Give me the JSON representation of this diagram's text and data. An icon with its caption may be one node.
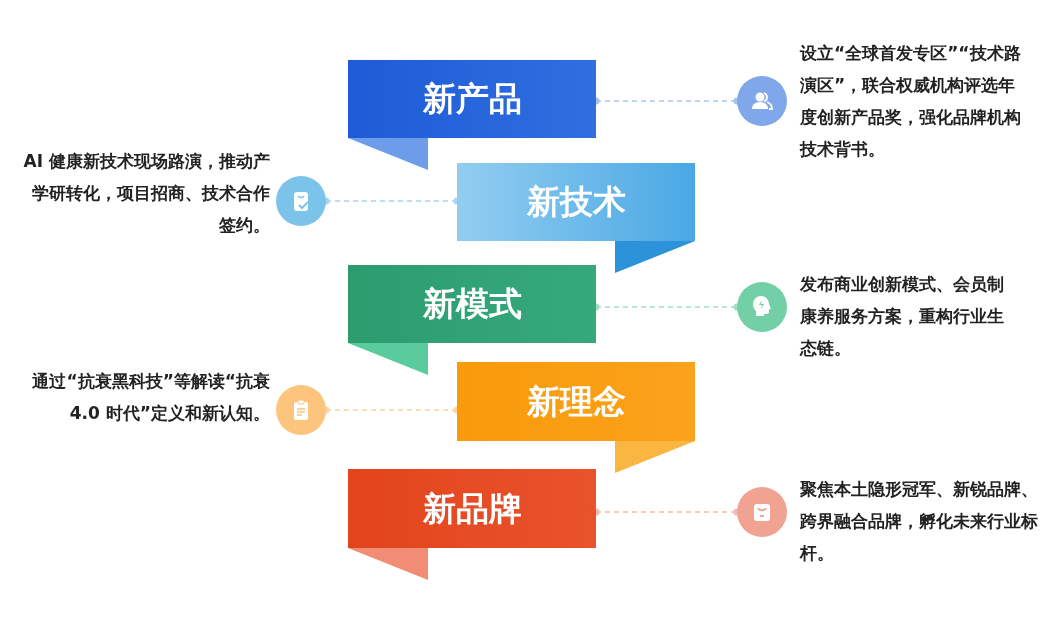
{
  "diagram": {
    "nodes": [
      {
        "text": [
          "新产品"
        ]
      },
      {
        "text": [
          "新技术"
        ]
      },
      {
        "text": [
          "新模式"
        ]
      },
      {
        "text": [
          "新理念"
        ]
      },
      {
        "text": [
          "新品牌"
        ]
      },
      {
        "text": [],
        "shape": "circle",
        "beside": [
          "设立“全球首发专区”“技术路演区”，联合权威机构评选年度创新产品奖，强化品牌机构技术背书。"
        ]
      },
      {
        "text": [],
        "shape": "circle",
        "beside": [
          "AI 健康新技术现场路演，推动产学研转化，项目招商、技术合作签约。"
        ]
      },
      {
        "text": [],
        "shape": "circle",
        "beside": [
          "发布商业创新模式、会员制康养服务方案，重构行业生态链。"
        ]
      },
      {
        "text": [],
        "shape": "circle",
        "beside": [
          "通过“抗衰黑科技”等解读“抗衰 4.0 时代”定义和新认知。"
        ]
      },
      {
        "text": [],
        "shape": "circle",
        "beside": [
          "聚焦本土隐形冠军、新锐品牌、跨界融合品牌，孵化未来行业标杆。"
        ]
      }
    ],
    "edges": [
      {
        "from": 0,
        "to": 5,
        "arrow": "other",
        "style": "dashed",
        "color": "#a9c3ef"
      },
      {
        "from": 1,
        "to": 6,
        "arrow": "other",
        "style": "dashed",
        "color": "#a6d6f0"
      },
      {
        "from": 2,
        "to": 7,
        "arrow": "other",
        "style": "dashed",
        "color": "#a3dfc4"
      },
      {
        "from": 3,
        "to": 8,
        "arrow": "other",
        "style": "dashed",
        "color": "#fbd49e"
      },
      {
        "from": 4,
        "to": 9,
        "arrow": "other",
        "style": "dashed",
        "color": "#f4b9ad"
      }
    ]
  }
}
